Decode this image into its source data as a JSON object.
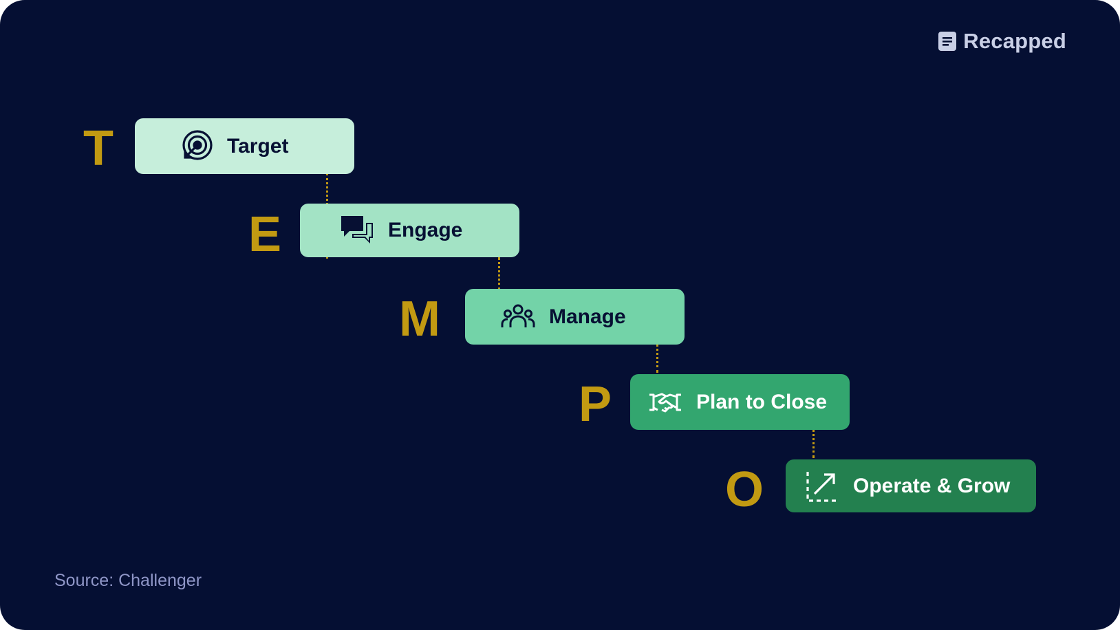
{
  "brand": {
    "name": "Recapped",
    "icon": "document-icon"
  },
  "steps": [
    {
      "letter": "T",
      "label": "Target",
      "icon": "target-icon",
      "bg": "#c6eedb",
      "fg": "#071033"
    },
    {
      "letter": "E",
      "label": "Engage",
      "icon": "chat-bubbles-icon",
      "bg": "#a3e3c5",
      "fg": "#071033"
    },
    {
      "letter": "M",
      "label": "Manage",
      "icon": "people-group-icon",
      "bg": "#73d3a8",
      "fg": "#071033"
    },
    {
      "letter": "P",
      "label": "Plan to Close",
      "icon": "handshake-icon",
      "bg": "#33a66f",
      "fg": "#ffffff"
    },
    {
      "letter": "O",
      "label": "Operate & Grow",
      "icon": "growth-arrow-icon",
      "bg": "#23804f",
      "fg": "#ffffff"
    }
  ],
  "colors": {
    "background": "#050f33",
    "letter": "#c29a12",
    "connector": "#c29a12",
    "source_text": "#8f96c7"
  },
  "source": "Source: Challenger"
}
